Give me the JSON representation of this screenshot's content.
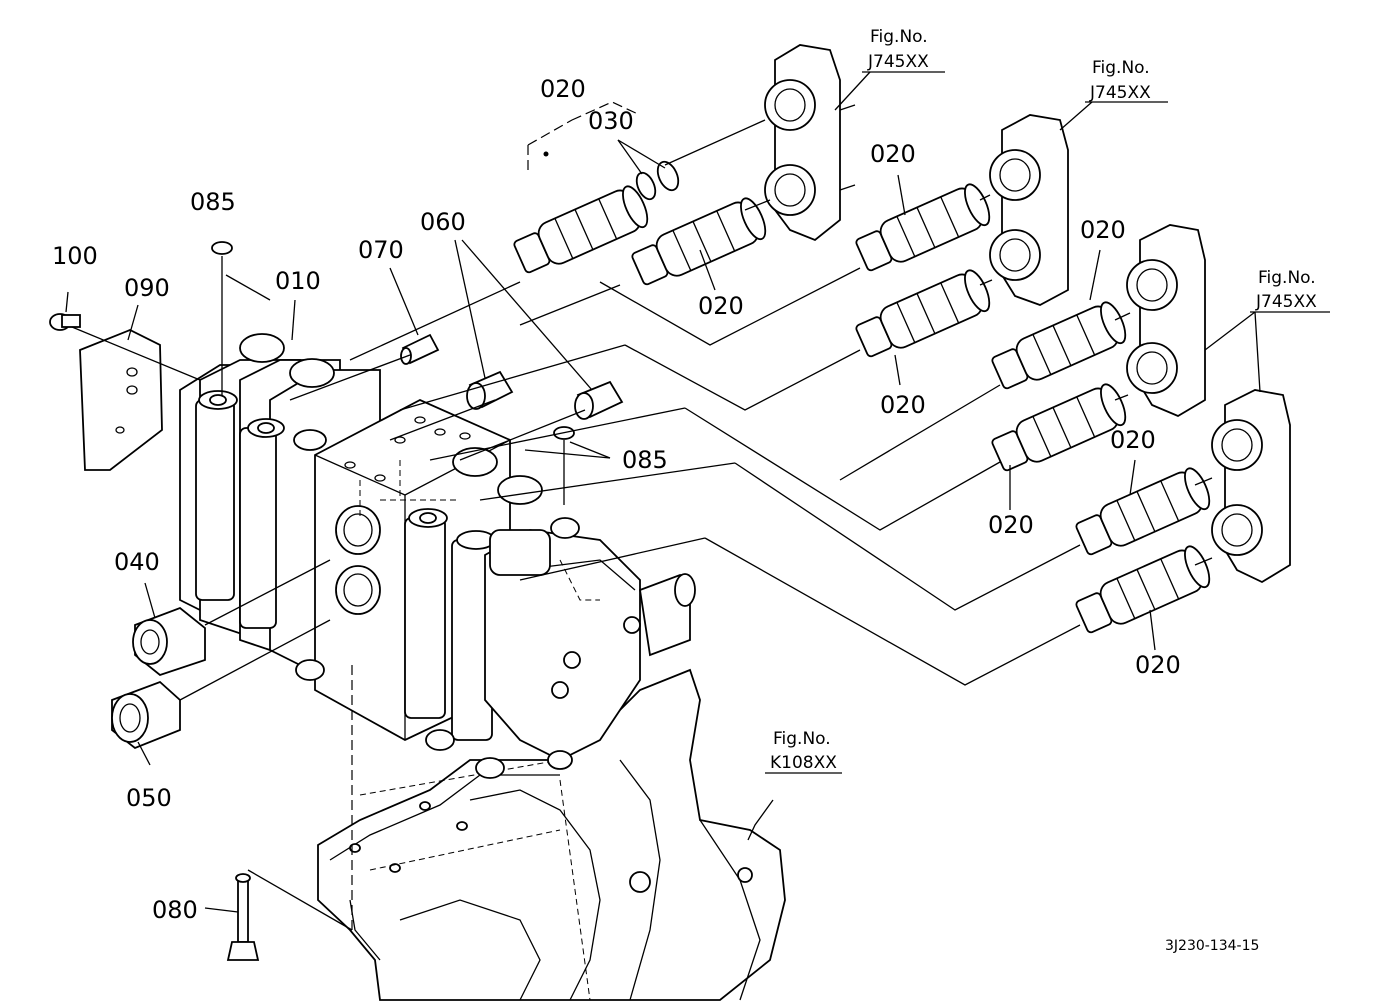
{
  "parts": {
    "p010": "010",
    "p020": "020",
    "p030": "030",
    "p040": "040",
    "p050": "050",
    "p060": "060",
    "p070": "070",
    "p080": "080",
    "p085": "085",
    "p090": "090",
    "p100": "100"
  },
  "refs": {
    "fig_label": "Fig.No.",
    "j745": "J745XX",
    "k108": "K108XX"
  },
  "diagram_code": "3J230-134-15"
}
